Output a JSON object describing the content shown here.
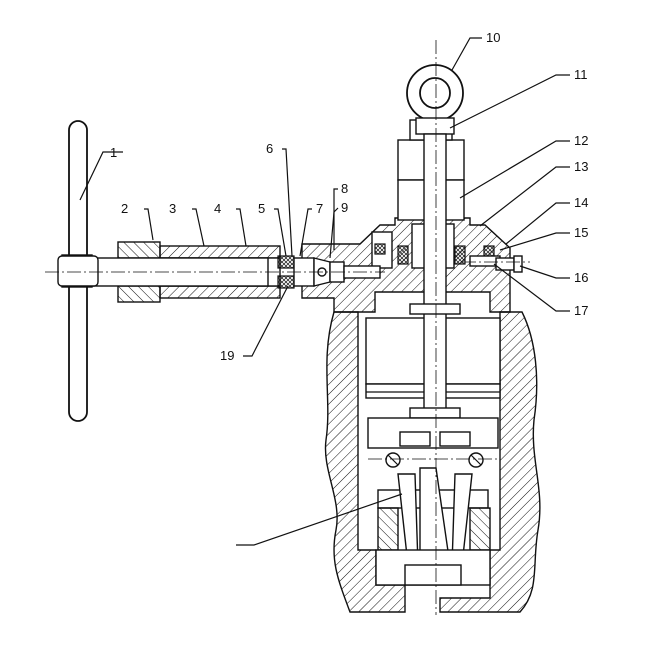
{
  "callouts": [
    {
      "id": "1",
      "text": "1"
    },
    {
      "id": "2",
      "text": "2"
    },
    {
      "id": "3",
      "text": "3"
    },
    {
      "id": "4",
      "text": "4"
    },
    {
      "id": "5",
      "text": "5"
    },
    {
      "id": "6",
      "text": "6"
    },
    {
      "id": "7",
      "text": "7"
    },
    {
      "id": "8",
      "text": "8"
    },
    {
      "id": "9",
      "text": "9"
    },
    {
      "id": "10",
      "text": "10"
    },
    {
      "id": "11",
      "text": "11"
    },
    {
      "id": "12",
      "text": "12"
    },
    {
      "id": "13",
      "text": "13"
    },
    {
      "id": "14",
      "text": "14"
    },
    {
      "id": "15",
      "text": "15"
    },
    {
      "id": "16",
      "text": "16"
    },
    {
      "id": "17",
      "text": "17"
    },
    {
      "id": "19",
      "text": "19"
    }
  ],
  "colors": {
    "line": "#111111",
    "background": "#ffffff"
  }
}
